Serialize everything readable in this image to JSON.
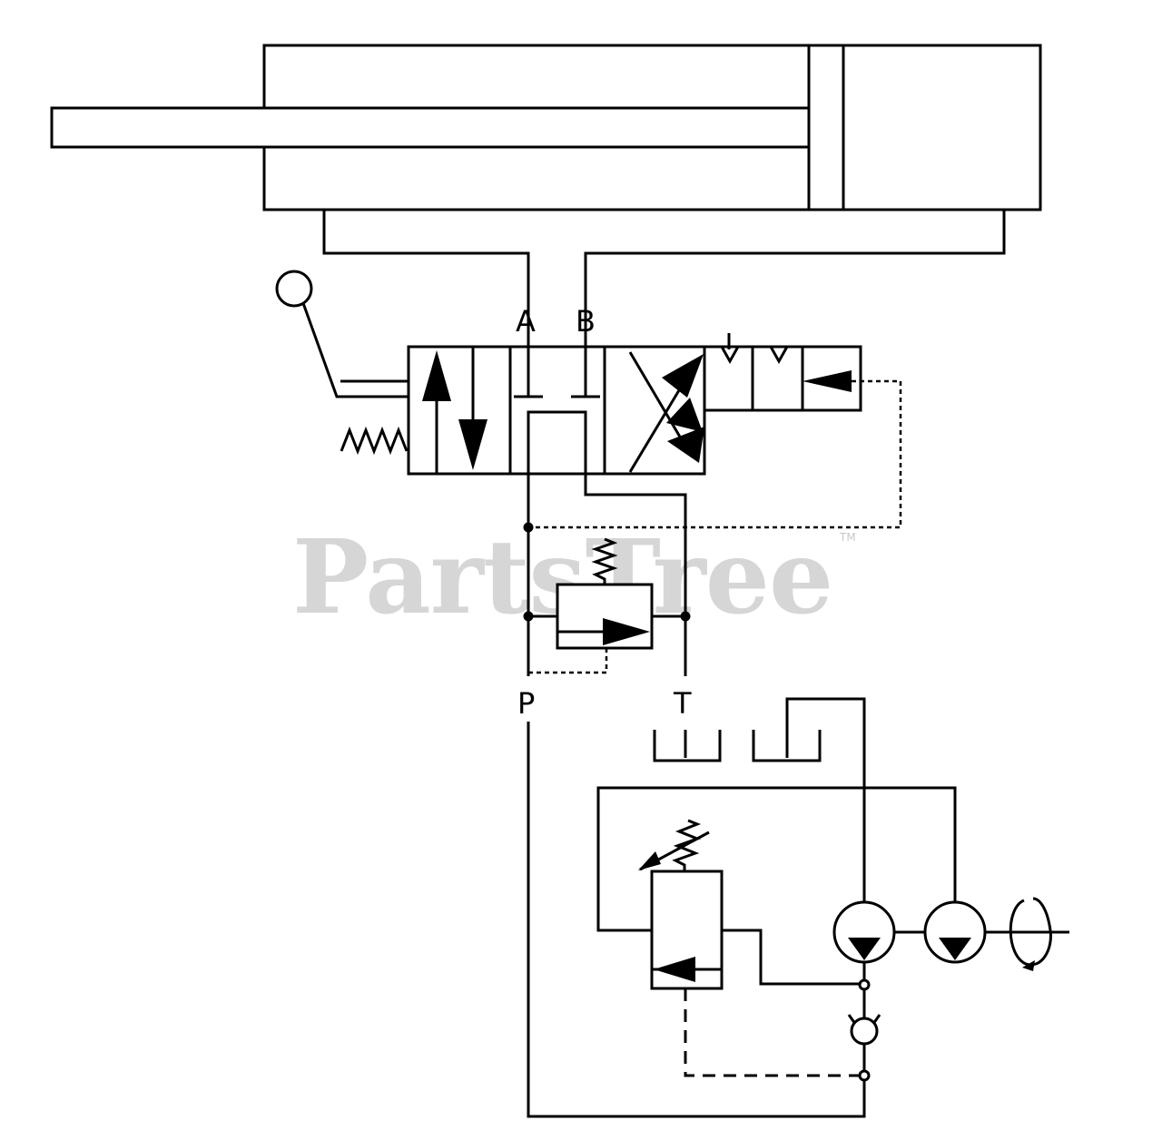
{
  "ports": {
    "a": "A",
    "b": "B",
    "p": "P",
    "t": "T"
  },
  "watermark": {
    "text": "PartsTree",
    "trademark": "TM"
  }
}
